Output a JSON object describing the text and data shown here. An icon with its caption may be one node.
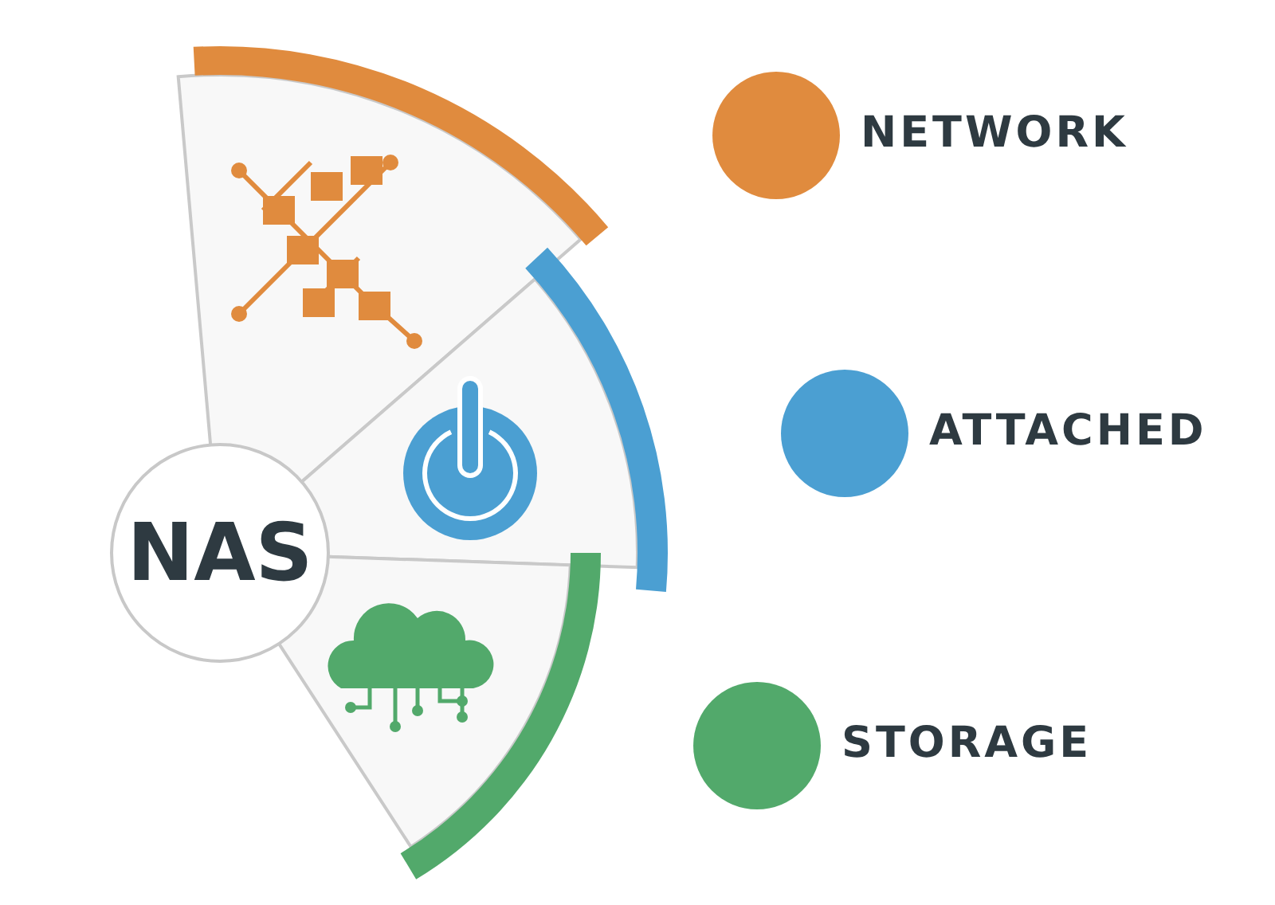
{
  "diagram": {
    "nodes": [
      {
        "text": [
          "NAS"
        ]
      }
    ],
    "legend": [
      {
        "text": "NETWORK",
        "color": "#e08b3e"
      },
      {
        "text": "ATTACHED",
        "color": "#4b9fd2"
      },
      {
        "text": "STORAGE",
        "color": "#52a96b"
      }
    ]
  }
}
